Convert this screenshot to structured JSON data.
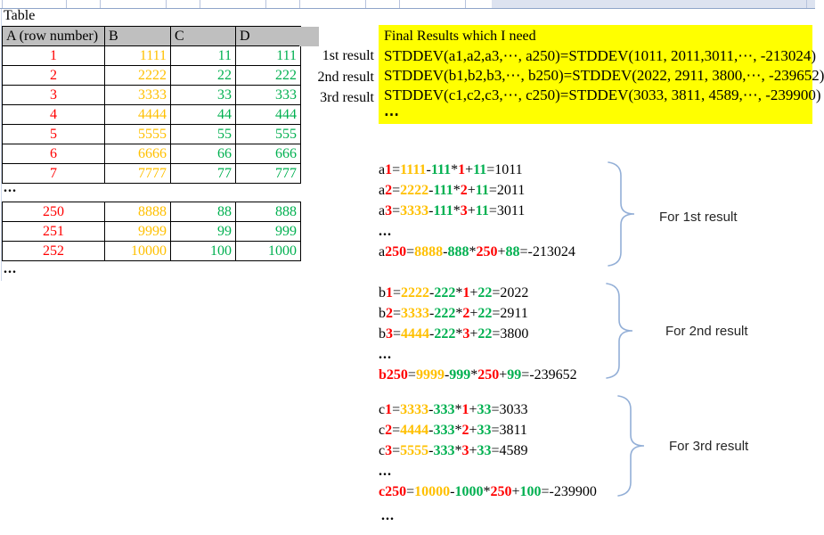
{
  "page_title": "Table",
  "colors": {
    "red": "#FF0000",
    "orange": "#FFC000",
    "green": "#00B050",
    "yellow": "#FFFF00",
    "header_gray": "#BFBFBF",
    "brace_blue": "#93AFD7"
  },
  "table": {
    "headers": [
      "A (row number)",
      "B",
      "C",
      "D"
    ],
    "rows_top": [
      [
        "1",
        "1111",
        "11",
        "111"
      ],
      [
        "2",
        "2222",
        "22",
        "222"
      ],
      [
        "3",
        "3333",
        "33",
        "333"
      ],
      [
        "4",
        "4444",
        "44",
        "444"
      ],
      [
        "5",
        "5555",
        "55",
        "555"
      ],
      [
        "6",
        "6666",
        "66",
        "666"
      ],
      [
        "7",
        "7777",
        "77",
        "777"
      ]
    ],
    "rows_bottom": [
      [
        "250",
        "8888",
        "88",
        "888"
      ],
      [
        "251",
        "9999",
        "99",
        "999"
      ],
      [
        "252",
        "10000",
        "100",
        "1000"
      ]
    ],
    "mid_ellipsis": "...",
    "bottom_ellipsis": "..."
  },
  "results_panel": {
    "title": "Final Results which I need",
    "lines": [
      "STDDEV(a1,a2,a3,⋯, a250)=STDDEV(1011, 2011,3011,⋯, -213024)",
      "STDDEV(b1,b2,b3,⋯, b250)=STDDEV(2022, 2911, 3800,⋯, -239652)",
      "STDDEV(c1,c2,c3,⋯, c250)=STDDEV(3033, 3811, 4589,⋯, -239900)"
    ],
    "ellipsis": "⋯",
    "row_labels": [
      "1st result",
      "2nd result",
      "3rd result"
    ]
  },
  "formula_groups": [
    {
      "label": "For 1st result",
      "lines": [
        [
          [
            "k",
            "a"
          ],
          [
            "r",
            "1"
          ],
          [
            "k",
            "="
          ],
          [
            "o",
            "1111"
          ],
          [
            "k",
            "-"
          ],
          [
            "g",
            "111"
          ],
          [
            "k",
            "*"
          ],
          [
            "r",
            "1"
          ],
          [
            "k",
            "+"
          ],
          [
            "g",
            "11"
          ],
          [
            "k",
            "=1011"
          ]
        ],
        [
          [
            "k",
            "a"
          ],
          [
            "r",
            "2"
          ],
          [
            "k",
            "="
          ],
          [
            "o",
            "2222"
          ],
          [
            "k",
            "-"
          ],
          [
            "g",
            "111"
          ],
          [
            "k",
            "*"
          ],
          [
            "r",
            "2"
          ],
          [
            "k",
            "+"
          ],
          [
            "g",
            "11"
          ],
          [
            "k",
            "=2011"
          ]
        ],
        [
          [
            "k",
            "a"
          ],
          [
            "r",
            "3"
          ],
          [
            "k",
            "="
          ],
          [
            "o",
            "3333"
          ],
          [
            "k",
            "-"
          ],
          [
            "g",
            "111"
          ],
          [
            "k",
            "*"
          ],
          [
            "r",
            "3"
          ],
          [
            "k",
            "+"
          ],
          [
            "g",
            "11"
          ],
          [
            "k",
            "=3011"
          ]
        ],
        "...",
        [
          [
            "k",
            "a"
          ],
          [
            "r",
            "250"
          ],
          [
            "k",
            "="
          ],
          [
            "o",
            "8888"
          ],
          [
            "k",
            "-"
          ],
          [
            "g",
            "888"
          ],
          [
            "k",
            "*"
          ],
          [
            "r",
            "250"
          ],
          [
            "k",
            "+"
          ],
          [
            "g",
            "88"
          ],
          [
            "k",
            "=-213024"
          ]
        ]
      ]
    },
    {
      "label": "For 2nd result",
      "lines": [
        [
          [
            "k",
            "b"
          ],
          [
            "r",
            "1"
          ],
          [
            "k",
            "="
          ],
          [
            "o",
            "2222"
          ],
          [
            "k",
            "-"
          ],
          [
            "g",
            "222"
          ],
          [
            "k",
            "*"
          ],
          [
            "r",
            "1"
          ],
          [
            "k",
            "+"
          ],
          [
            "g",
            "22"
          ],
          [
            "k",
            "=2022"
          ]
        ],
        [
          [
            "k",
            "b"
          ],
          [
            "r",
            "2"
          ],
          [
            "k",
            "="
          ],
          [
            "o",
            "3333"
          ],
          [
            "k",
            "-"
          ],
          [
            "g",
            "222"
          ],
          [
            "k",
            "*"
          ],
          [
            "r",
            "2"
          ],
          [
            "k",
            "+"
          ],
          [
            "g",
            "22"
          ],
          [
            "k",
            "=2911"
          ]
        ],
        [
          [
            "k",
            "b"
          ],
          [
            "r",
            "3"
          ],
          [
            "k",
            "="
          ],
          [
            "o",
            "4444"
          ],
          [
            "k",
            "-"
          ],
          [
            "g",
            "222"
          ],
          [
            "k",
            "*"
          ],
          [
            "r",
            "3"
          ],
          [
            "k",
            "+"
          ],
          [
            "g",
            "22"
          ],
          [
            "k",
            "=3800"
          ]
        ],
        "...",
        [
          [
            "r",
            "b250"
          ],
          [
            "k",
            "="
          ],
          [
            "o",
            "9999"
          ],
          [
            "k",
            "-"
          ],
          [
            "g",
            "999"
          ],
          [
            "k",
            "*"
          ],
          [
            "r",
            "250"
          ],
          [
            "k",
            "+"
          ],
          [
            "g",
            "99"
          ],
          [
            "k",
            "=-239652"
          ]
        ]
      ]
    },
    {
      "label": "For 3rd result",
      "lines": [
        [
          [
            "k",
            "c"
          ],
          [
            "r",
            "1"
          ],
          [
            "k",
            "="
          ],
          [
            "o",
            "3333"
          ],
          [
            "k",
            "-"
          ],
          [
            "g",
            "333"
          ],
          [
            "k",
            "*"
          ],
          [
            "r",
            "1"
          ],
          [
            "k",
            "+"
          ],
          [
            "g",
            "33"
          ],
          [
            "k",
            "=3033"
          ]
        ],
        [
          [
            "k",
            "c"
          ],
          [
            "r",
            "2"
          ],
          [
            "k",
            "="
          ],
          [
            "o",
            "4444"
          ],
          [
            "k",
            "-"
          ],
          [
            "g",
            "333"
          ],
          [
            "k",
            "*"
          ],
          [
            "r",
            "2"
          ],
          [
            "k",
            "+"
          ],
          [
            "g",
            "33"
          ],
          [
            "k",
            "=3811"
          ]
        ],
        [
          [
            "k",
            "c"
          ],
          [
            "r",
            "3"
          ],
          [
            "k",
            "="
          ],
          [
            "o",
            "5555"
          ],
          [
            "k",
            "-"
          ],
          [
            "g",
            "333"
          ],
          [
            "k",
            "*"
          ],
          [
            "r",
            "3"
          ],
          [
            "k",
            "+"
          ],
          [
            "g",
            "33"
          ],
          [
            "k",
            "=4589"
          ]
        ],
        "...",
        [
          [
            "r",
            "c250"
          ],
          [
            "k",
            "="
          ],
          [
            "o",
            "10000"
          ],
          [
            "k",
            "-"
          ],
          [
            "g",
            "1000"
          ],
          [
            "k",
            "*"
          ],
          [
            "r",
            "250"
          ],
          [
            "k",
            "+"
          ],
          [
            "g",
            "100"
          ],
          [
            "k",
            "=-239900"
          ]
        ]
      ]
    }
  ],
  "final_ellipsis": "..."
}
